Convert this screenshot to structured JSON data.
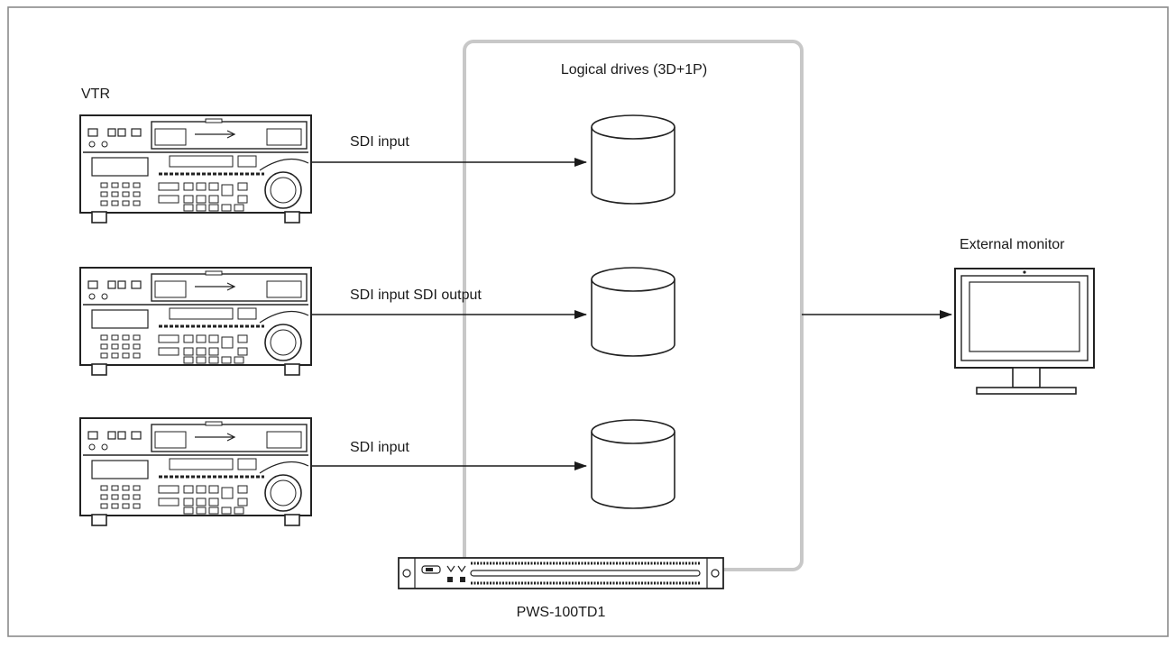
{
  "labels": {
    "vtr": "VTR",
    "logical_drives": "Logical drives (3D+1P)",
    "external_monitor": "External monitor",
    "server": "PWS-100TD1"
  },
  "connections": [
    {
      "label": "SDI input"
    },
    {
      "label": "SDI input SDI output"
    },
    {
      "label": "SDI input"
    }
  ],
  "colors": {
    "frame": "#8a8a8a",
    "group_box": "#c8c8c8",
    "line": "#1a1a1a"
  },
  "icons": {
    "vtr": "vtr-deck-icon",
    "drive": "disk-cylinder-icon",
    "monitor": "monitor-icon",
    "server": "rack-server-icon"
  }
}
